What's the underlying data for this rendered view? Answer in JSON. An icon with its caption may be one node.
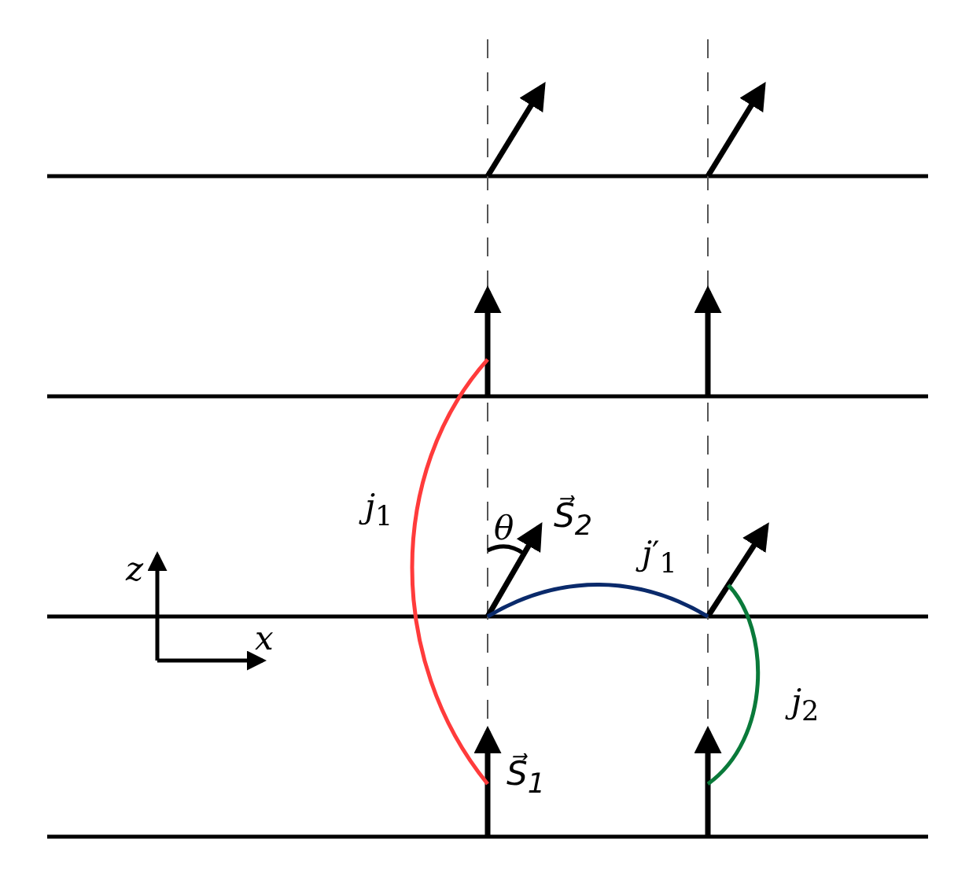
{
  "diagram": {
    "nodes": [
      {
        "text": [],
        "shape": "arrow"
      },
      {
        "text": [],
        "shape": "arrow"
      },
      {
        "text": [],
        "shape": "arrow"
      },
      {
        "text": [],
        "shape": "arrow"
      },
      {
        "text": [],
        "shape": "arrow",
        "beside": [
          "S⃗$_{2}$"
        ]
      },
      {
        "text": [],
        "shape": "arrow"
      },
      {
        "text": [],
        "shape": "arrow",
        "beside": [
          "S⃗$_{1}$"
        ]
      },
      {
        "text": [],
        "shape": "arrow"
      }
    ],
    "edges": [
      {
        "from": 6,
        "to": 2,
        "arrow": "none",
        "label": "*j*$_{1}$",
        "color": "#ff3b3b"
      },
      {
        "from": 4,
        "to": 5,
        "arrow": "none",
        "label": "*j*′$_{1}$",
        "color": "#0a2a6b"
      },
      {
        "from": 5,
        "to": 7,
        "arrow": "none",
        "label": "*j*$_{2}$",
        "color": "#0a7a3a"
      }
    ],
    "labels": [
      "θ",
      "z",
      "x"
    ]
  }
}
